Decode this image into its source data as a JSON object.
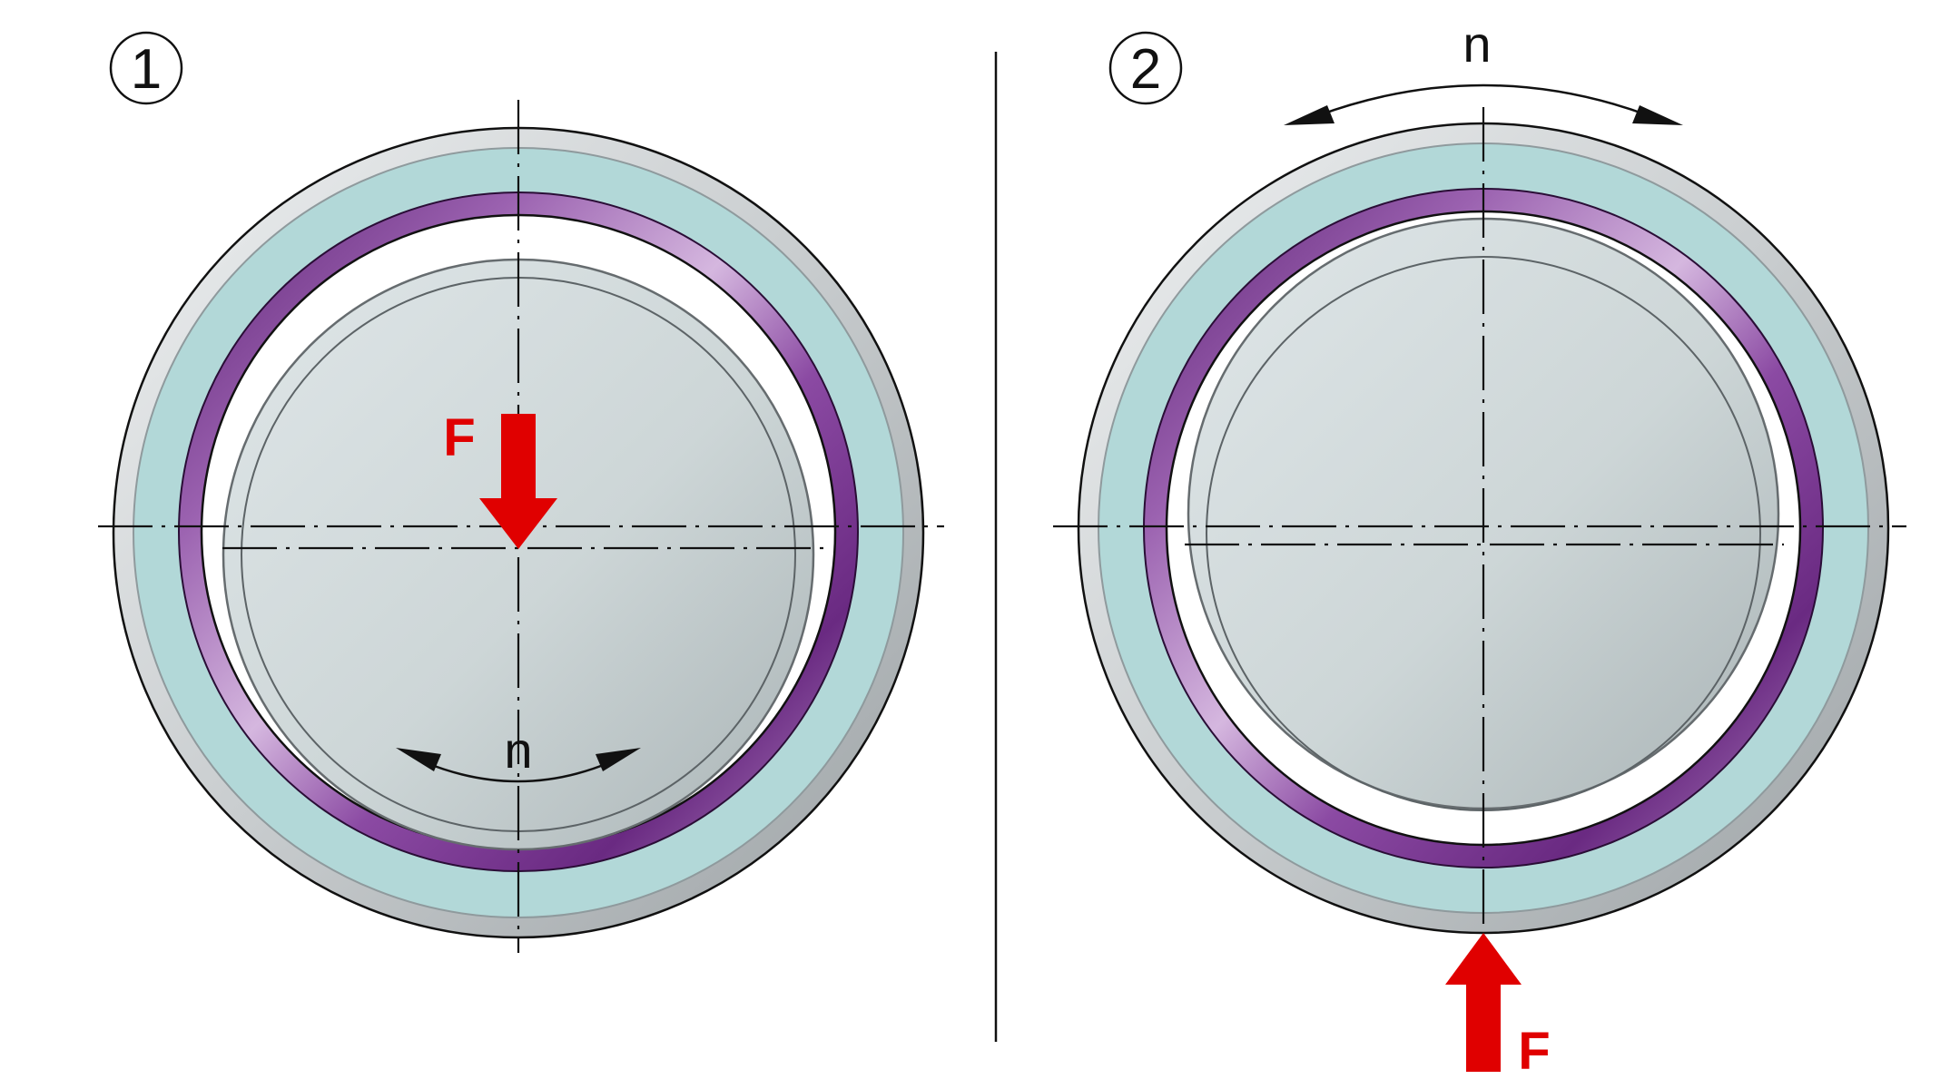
{
  "figure": {
    "panels": [
      {
        "number": "1",
        "force_label": "F",
        "rotation_label": "n"
      },
      {
        "number": "2",
        "force_label": "F",
        "rotation_label": "n"
      }
    ]
  },
  "colors": {
    "housing_teal": "#b2d8d8",
    "housing_grey": "#c8ccce",
    "bushing_purple": "#7a3592",
    "shaft_grey": "#c6d0d2",
    "force_red": "#e00000",
    "line_black": "#111111"
  }
}
